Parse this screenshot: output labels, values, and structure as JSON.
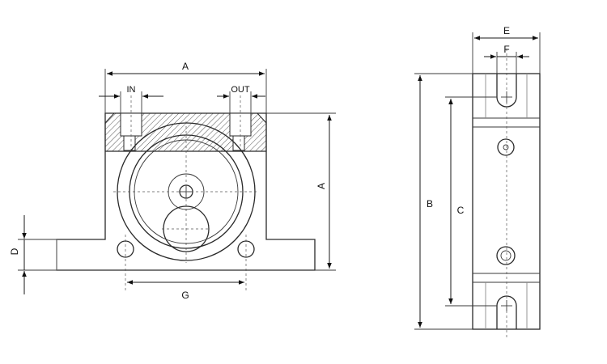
{
  "front_view": {
    "dim_width": "A",
    "dim_height": "A",
    "port_in": "IN",
    "port_out": "OUT",
    "dim_base_thickness": "D",
    "dim_hole_spacing": "G"
  },
  "side_view": {
    "dim_overall_width": "E",
    "dim_slot_width": "F",
    "dim_overall_length": "B",
    "dim_hole_centers": "C"
  },
  "colors": {
    "line": "#2a2a2a",
    "hatch": "#555555",
    "background": "#ffffff"
  }
}
